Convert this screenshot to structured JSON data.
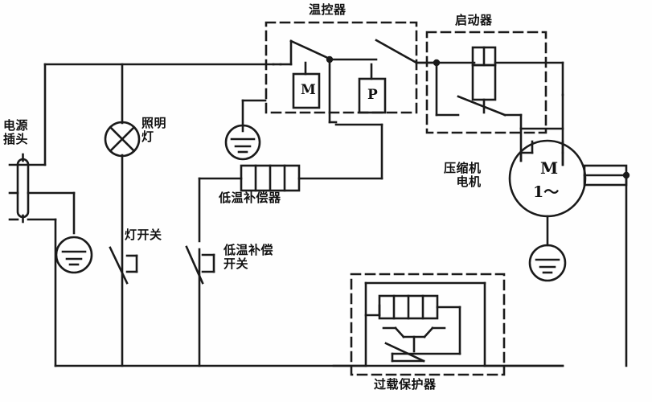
{
  "diagram": {
    "title": "Refrigerator electrical wiring schematic",
    "stroke_color": "#1a1a1a",
    "background_color": "#fefefe"
  },
  "labels": {
    "power_plug": "电源\n插头",
    "lamp": "照明\n灯",
    "lamp_switch": "灯开关",
    "low_temp_compensator": "低温补偿器",
    "low_temp_comp_switch": "低温补偿\n开关",
    "thermostat": "温控器",
    "starter": "启动器",
    "compressor_motor": "压缩机\n电机",
    "overload_protector": "过载保护器"
  },
  "symbols": {
    "thermostat_coil_m": "M",
    "thermostat_coil_p": "P",
    "motor_letter": "M",
    "motor_phase": "1～"
  },
  "components": [
    {
      "name": "power-plug",
      "label": "电源插头",
      "pins": 3,
      "type": "plug"
    },
    {
      "name": "lamp",
      "label": "照明灯",
      "type": "lamp-crossed-circle"
    },
    {
      "name": "lamp-switch",
      "label": "灯开关",
      "type": "spst-switch"
    },
    {
      "name": "low-temp-compensator",
      "label": "低温补偿器",
      "type": "heater-resistor-4cell"
    },
    {
      "name": "low-temp-compensation-switch",
      "label": "低温补偿开关",
      "type": "spst-switch"
    },
    {
      "name": "thermostat",
      "label": "温控器",
      "type": "dashed-enclosure",
      "contents": [
        "M",
        "P",
        "two switches"
      ]
    },
    {
      "name": "starter",
      "label": "启动器",
      "type": "dashed-enclosure",
      "contents": [
        "relay coil",
        "relay contact"
      ]
    },
    {
      "name": "compressor-motor",
      "label": "压缩机电机",
      "type": "motor-circle",
      "marking": "M 1～"
    },
    {
      "name": "overload-protector",
      "label": "过载保护器",
      "type": "dashed-enclosure",
      "contents": [
        "heater",
        "bimetal",
        "contact"
      ]
    },
    {
      "name": "ground-plug",
      "label": "",
      "type": "earth-circle"
    },
    {
      "name": "ground-thermostat",
      "label": "",
      "type": "earth-circle"
    },
    {
      "name": "ground-motor",
      "label": "",
      "type": "earth-circle"
    }
  ]
}
